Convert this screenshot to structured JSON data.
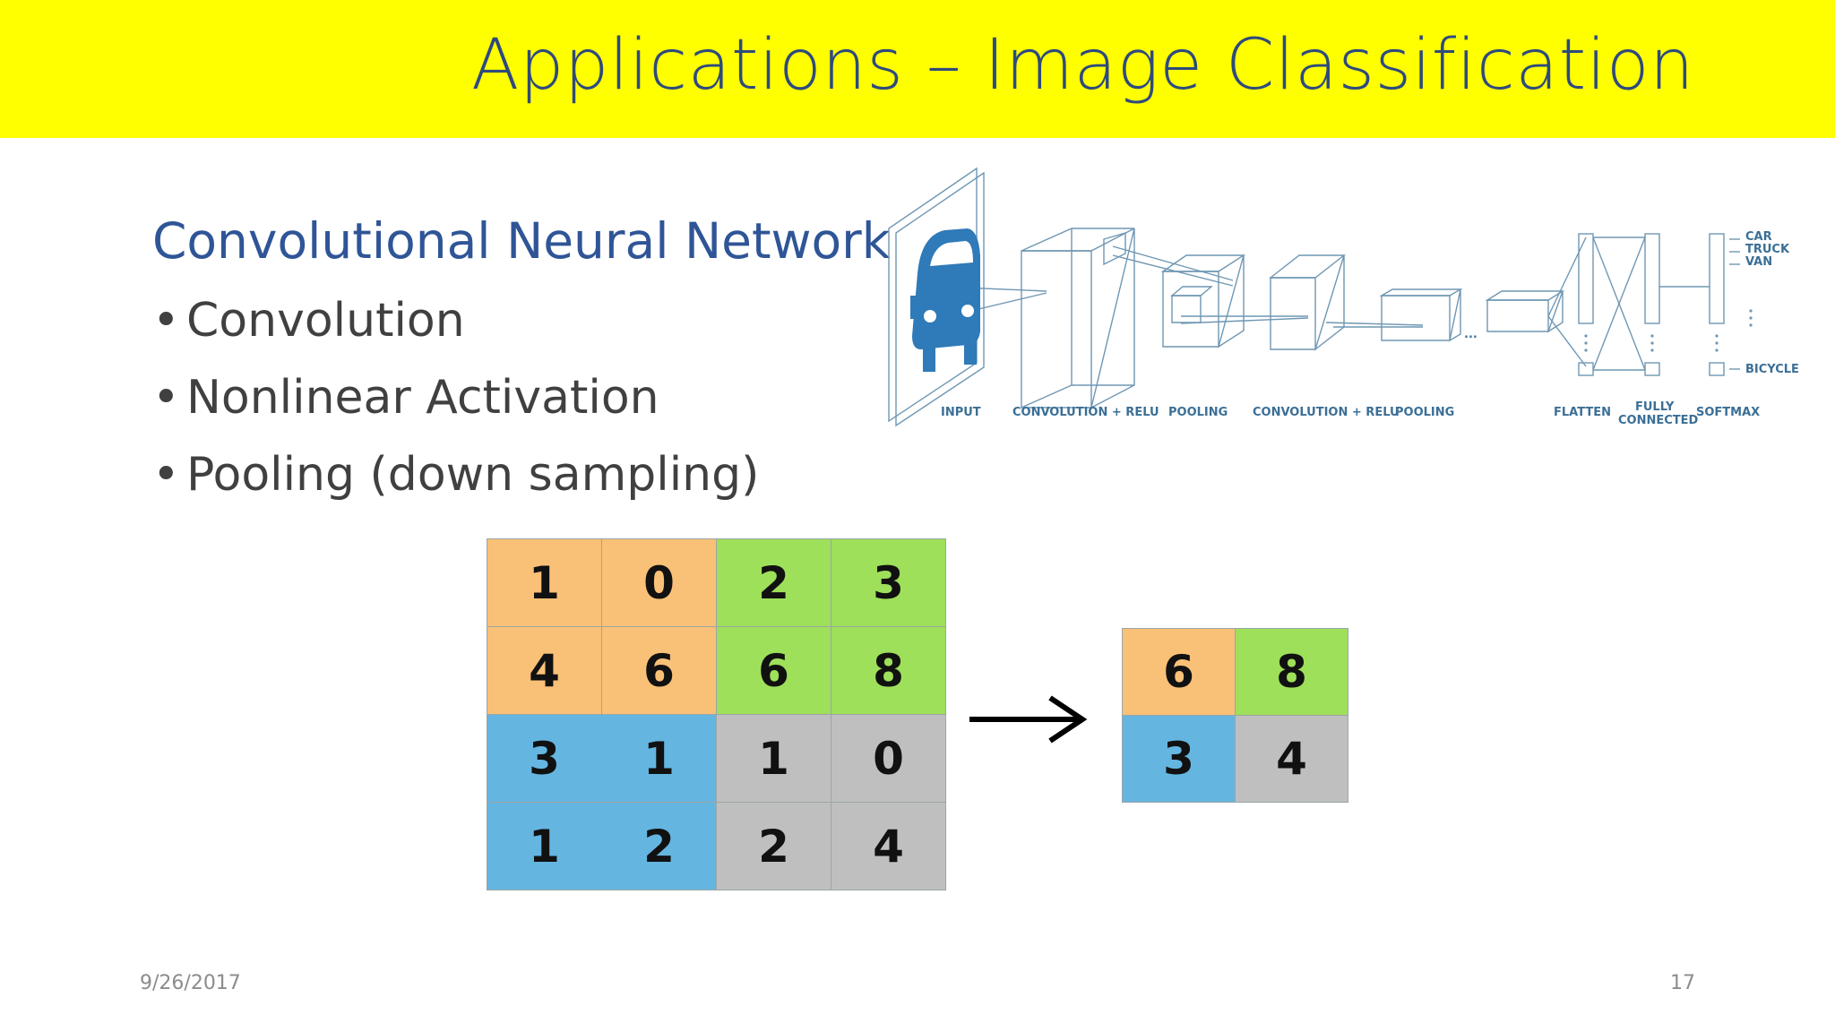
{
  "slide": {
    "title": "Applications – Image Classification",
    "subtitle": "Convolutional Neural Network",
    "bullets": [
      "Convolution",
      "Nonlinear Activation",
      "Pooling (down sampling)"
    ],
    "bullet_char": "•",
    "colors": {
      "title_bar": "#ffff00",
      "title_text": "#2e4a7d",
      "subtitle_text": "#2f5597",
      "orange": "#f9c077",
      "green": "#9ee05a",
      "blue": "#65b5e1",
      "gray": "#c0bfbf"
    }
  },
  "cnn_diagram": {
    "stage_labels": [
      "INPUT",
      "CONVOLUTION + RELU",
      "POOLING",
      "CONVOLUTION + RELU",
      "POOLING",
      "FLATTEN",
      "FULLY",
      "CONNECTED",
      "SOFTMAX"
    ],
    "class_labels": [
      "CAR",
      "TRUCK",
      "VAN",
      "BICYCLE"
    ],
    "ellipsis": "...",
    "icon": "car-icon"
  },
  "pooling_example": {
    "input": [
      [
        "1",
        "0",
        "2",
        "3"
      ],
      [
        "4",
        "6",
        "6",
        "8"
      ],
      [
        "3",
        "1",
        "1",
        "0"
      ],
      [
        "1",
        "2",
        "2",
        "4"
      ]
    ],
    "output": [
      [
        "6",
        "8"
      ],
      [
        "3",
        "4"
      ]
    ],
    "arrow_icon": "arrow-right-icon"
  },
  "footer": {
    "date": "9/26/2017",
    "page": "17"
  }
}
